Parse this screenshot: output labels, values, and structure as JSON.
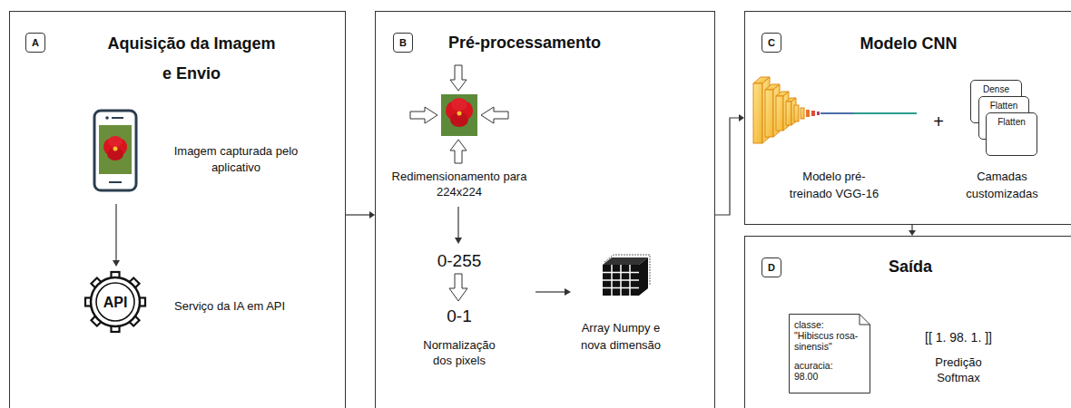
{
  "diagram": {
    "nodes": [
      {
        "text": [
          "Aquisição da Imagem e Envio",
          "Imagem capturada pelo aplicativo",
          "Serviço da IA em API"
        ]
      },
      {
        "text": [
          "A"
        ],
        "in": 0
      },
      {
        "text": [
          "Pré-processamento",
          "Redimensionamento para 224x224",
          "0-255",
          "0-1",
          "Normalização dos pixels",
          "Array Numpy e nova dimensão"
        ]
      },
      {
        "text": [
          "B"
        ],
        "in": 2
      },
      {
        "text": [
          "Modelo CNN",
          "Modelo pré-treinado VGG-16",
          "+",
          "Camadas customizadas"
        ]
      },
      {
        "text": [
          "C"
        ],
        "in": 4
      },
      {
        "text": [
          "Dense"
        ],
        "in": 4
      },
      {
        "text": [
          "Flatten"
        ],
        "in": 4
      },
      {
        "text": [
          "Flatten"
        ],
        "in": 4
      },
      {
        "text": [
          "Saída",
          "[[ 1. 98. 1. ]]",
          "Predição Softmax"
        ]
      },
      {
        "text": [
          "D"
        ],
        "in": 9
      },
      {
        "text": [
          "classe: \"Hibiscus rosa-sinensis\"",
          "acuracia: 98.00"
        ],
        "in": 9
      }
    ],
    "edges": [
      {
        "from": 0,
        "to": 2,
        "arrow": "to"
      },
      {
        "from": 2,
        "to": 4,
        "arrow": "to"
      },
      {
        "from": 4,
        "to": 9,
        "arrow": "to"
      }
    ],
    "labels": [
      "API"
    ]
  }
}
